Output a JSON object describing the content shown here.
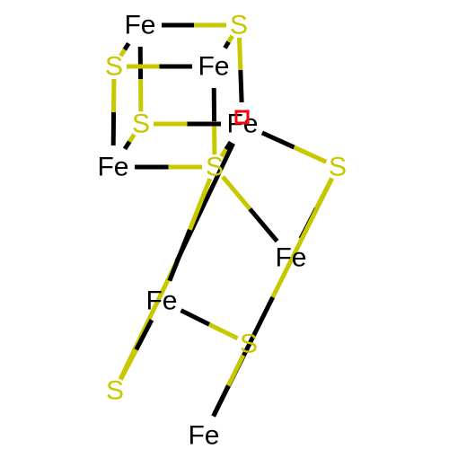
{
  "colors": {
    "fe": "#000000",
    "s": "#c8c800",
    "marker": "#ff0000",
    "background": "#ffffff"
  },
  "atoms": [
    {
      "id": "fe1",
      "element": "Fe",
      "label": "Fe"
    },
    {
      "id": "s1",
      "element": "S",
      "label": "S"
    },
    {
      "id": "s2",
      "element": "S",
      "label": "S"
    },
    {
      "id": "fe2",
      "element": "Fe",
      "label": "Fe"
    },
    {
      "id": "s3",
      "element": "S",
      "label": "S"
    },
    {
      "id": "fe3",
      "element": "Fe",
      "label": "Fe"
    },
    {
      "id": "fe4",
      "element": "Fe",
      "label": "Fe"
    },
    {
      "id": "s4",
      "element": "S",
      "label": "S"
    },
    {
      "id": "s5",
      "element": "S",
      "label": "S"
    },
    {
      "id": "fe5",
      "element": "Fe",
      "label": "Fe"
    },
    {
      "id": "fe6",
      "element": "Fe",
      "label": "Fe"
    },
    {
      "id": "s6",
      "element": "S",
      "label": "S"
    },
    {
      "id": "s7",
      "element": "S",
      "label": "S"
    },
    {
      "id": "fe7",
      "element": "Fe",
      "label": "Fe"
    }
  ],
  "bonds": [
    [
      "fe1",
      "s1"
    ],
    [
      "fe1",
      "s2"
    ],
    [
      "fe1",
      "s3"
    ],
    [
      "s1",
      "fe2"
    ],
    [
      "s1",
      "fe3"
    ],
    [
      "s2",
      "fe2"
    ],
    [
      "s2",
      "fe4"
    ],
    [
      "fe2",
      "s4"
    ],
    [
      "s3",
      "fe3"
    ],
    [
      "s3",
      "fe4"
    ],
    [
      "fe3",
      "s4"
    ],
    [
      "fe3",
      "s5"
    ],
    [
      "fe3",
      "s7"
    ],
    [
      "fe4",
      "s4"
    ],
    [
      "s4",
      "fe5"
    ],
    [
      "s5",
      "fe5"
    ],
    [
      "s5",
      "fe7"
    ],
    [
      "fe6",
      "s4"
    ],
    [
      "fe6",
      "s6"
    ],
    [
      "fe6",
      "s7"
    ],
    [
      "s6",
      "fe7"
    ]
  ]
}
